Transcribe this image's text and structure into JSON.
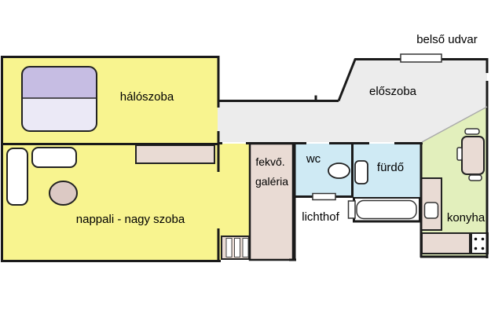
{
  "labels": {
    "bedroom": "hálószoba",
    "living_room": "nappali - nagy szoba",
    "gallery_line1": "fekvő.",
    "gallery_line2": "galéria",
    "wc": "wc",
    "bathroom": "fürdő",
    "light_well": "lichthof",
    "kitchen": "konyha",
    "hallway": "előszoba",
    "courtyard": "belső udvar"
  },
  "colors": {
    "wall": "#1a1a1a",
    "room_yellow": "#F8F48F",
    "hallway_gray": "#ECECEC",
    "wet_room_blue": "#CFEAF4",
    "kitchen_green": "#E2EFBC",
    "furniture_pink": "#E9DBD4",
    "sofa_table_pink": "#DCC9C4",
    "bed_purple": "#C6BDE3",
    "bed_light": "#EBE9F6",
    "text": "#000000"
  }
}
